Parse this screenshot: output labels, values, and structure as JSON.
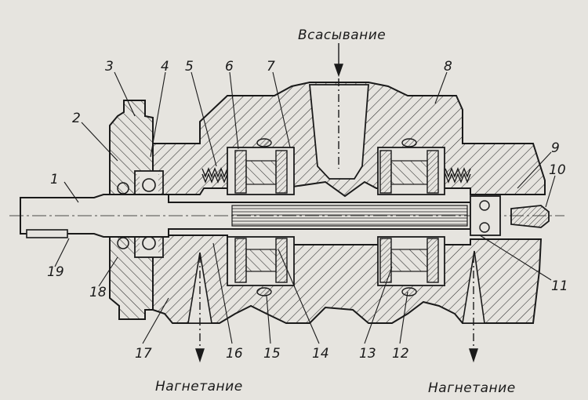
{
  "captions": {
    "suction": "Всасывание",
    "discharge_left": "Нагнетание",
    "discharge_right": "Нагнетание"
  },
  "callouts": [
    "1",
    "2",
    "3",
    "4",
    "5",
    "6",
    "7",
    "8",
    "9",
    "10",
    "11",
    "12",
    "13",
    "14",
    "15",
    "16",
    "17",
    "18",
    "19"
  ],
  "colors": {
    "paper": "#e6e4df",
    "ink": "#1a1a1a",
    "hatch": "#2a2a2a"
  }
}
